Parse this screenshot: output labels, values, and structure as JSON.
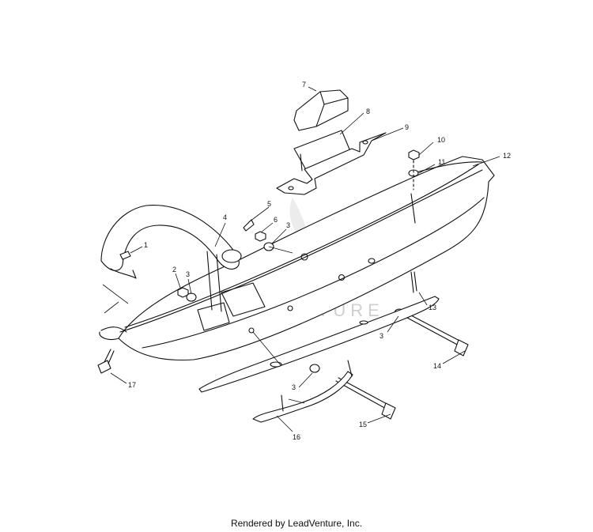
{
  "callouts": [
    "1",
    "2",
    "3",
    "4",
    "5",
    "6",
    "7",
    "8",
    "9",
    "10",
    "11",
    "12",
    "13",
    "14",
    "15",
    "16",
    "17"
  ],
  "footer": "Rendered by LeadVenture, Inc."
}
